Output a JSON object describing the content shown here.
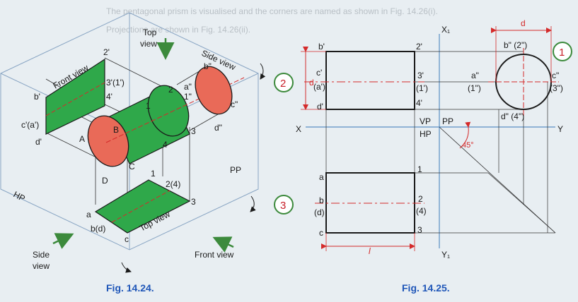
{
  "background_text": {
    "line1": "The pentagonal prism is visualised and the corners are named as shown in Fig. 14.26(i).",
    "line2": "Projections are shown in Fig. 14.26(ii)."
  },
  "fig24": {
    "caption": "Fig. 14.24.",
    "top_view_label_1": "Top",
    "top_view_label_2": "view",
    "side_view_label": "Side view",
    "front_view_label": "Front view",
    "top_view_plane_label": "Top view",
    "side_view_arrow_1": "Side",
    "side_view_arrow_2": "view",
    "front_view_arrow": "Front view",
    "hp": "HP",
    "pp": "PP",
    "points": {
      "p2prime": "2'",
      "p3prime1prime": "3'(1')",
      "p4prime": "4'",
      "bprime": "b'",
      "cprime_aprime": "c'(a')",
      "dprime": "d'",
      "A": "A",
      "B": "B",
      "C": "C",
      "D": "D",
      "n1": "1",
      "n2": "2",
      "n3": "3",
      "n4": "4",
      "a2": "a\"",
      "b2": "b\"",
      "c2": "c\"",
      "d2": "d\"",
      "one2": "1\"",
      "t1": "1",
      "t24": "2(4)",
      "t3": "3",
      "ta": "a",
      "tbd": "b(d)",
      "tc": "c"
    }
  },
  "fig25": {
    "caption": "Fig. 14.25.",
    "x1": "X₁",
    "y1": "Y₁",
    "x": "X",
    "y": "Y",
    "vp": "VP",
    "hp": "HP",
    "pp": "PP",
    "angle": "45°",
    "d_top": "d",
    "d_side": "d",
    "l_bottom": "l",
    "circle_1": "1",
    "circle_2": "2",
    "circle_3": "3",
    "front": {
      "bprime": "b'",
      "p2prime": "2'",
      "cprime": "c'",
      "aprime": "(a')",
      "p3prime": "3'",
      "p1prime": "(1')",
      "dprime": "d'",
      "p4prime": "4'"
    },
    "side": {
      "b_2": "b\" (2\")",
      "a": "a\"",
      "one": "(1\")",
      "c": "c\"",
      "three": "(3\")",
      "d_4": "d\" (4\")"
    },
    "top": {
      "a": "a",
      "one": "1",
      "b": "b",
      "d": "(d)",
      "two": "2",
      "four": "(4)",
      "c": "c",
      "three": "3"
    }
  },
  "colors": {
    "green": "#2fa84a",
    "salmon": "#e96a58",
    "red": "#d42a2a",
    "blue_line": "#5a8fc4",
    "caption_blue": "#1f56b8"
  }
}
